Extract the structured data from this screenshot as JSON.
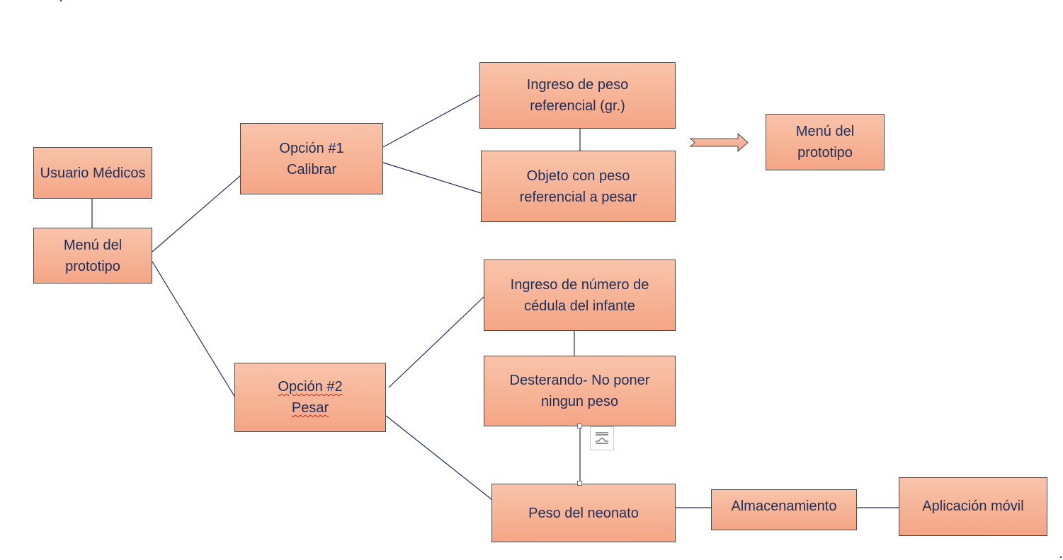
{
  "nodes": {
    "usuario": "Usuario Médicos",
    "menu_left": "Menú del prototipo",
    "opcion1": "Opción #1 Calibrar",
    "opcion2_line1": "Opción #2",
    "opcion2_line2": "Pesar",
    "ingreso_peso": "Ingreso de peso referencial (gr.)",
    "objeto_peso": "Objeto con peso referencial a pesar",
    "menu_right": "Menú del prototipo",
    "ingreso_cedula": "Ingreso de número de cédula del infante",
    "desterando": "Desterando- No poner ningun peso",
    "peso_neonato": "Peso del neonato",
    "almacenamiento": "Almacenamiento",
    "aplicacion": "Aplicación móvil"
  },
  "colors": {
    "box_fill_top": "#f9c4aa",
    "box_fill_bottom": "#f4a585",
    "text": "#1f2d5a",
    "connector": "#1f2d5a",
    "box_border": "#4a4a4a"
  },
  "icons": {
    "arrow": "right-arrow-icon",
    "layout_options": "layout-options-icon"
  }
}
